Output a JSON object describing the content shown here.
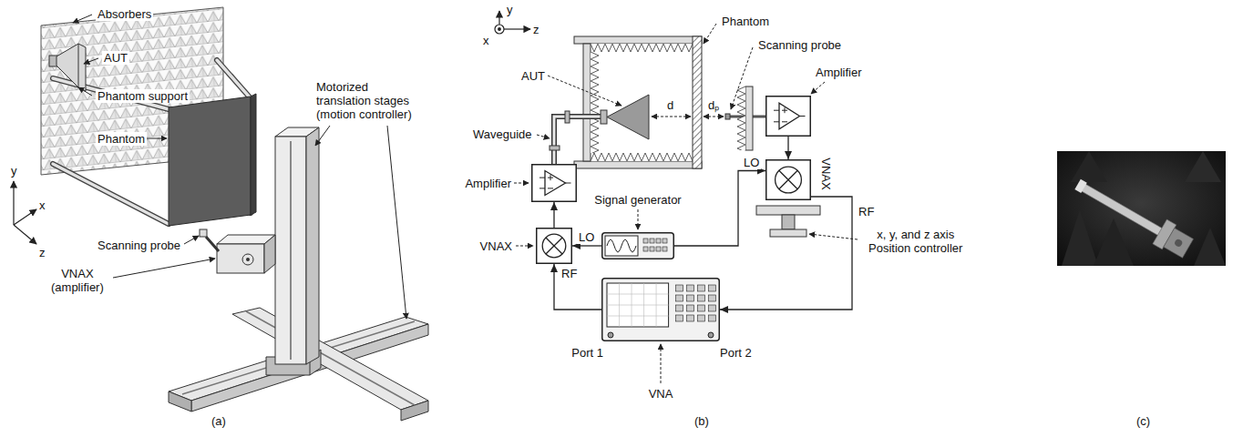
{
  "diagram": {
    "nodes": [
      {
        "text": [
          "Amplifier"
        ]
      },
      {
        "text": [
          "VNAX"
        ]
      },
      {
        "text": [
          "Signal generator"
        ]
      },
      {
        "text": [
          "Port 1",
          "Port 2",
          "VNA"
        ]
      },
      {
        "text": [
          "Amplifier"
        ]
      },
      {
        "text": [
          "VNAX"
        ]
      }
    ],
    "edges": [
      {
        "from": 1,
        "to": 0,
        "arrow": "to"
      },
      {
        "from": 3,
        "to": 1,
        "label": "RF",
        "arrow": "to"
      },
      {
        "from": 2,
        "to": 1,
        "label": "LO",
        "arrow": "to"
      },
      {
        "from": 2,
        "to": 5,
        "label": "LO",
        "arrow": "to"
      },
      {
        "from": 4,
        "to": 5,
        "arrow": "to"
      },
      {
        "from": 5,
        "to": 3,
        "label": "RF",
        "arrow": "to"
      }
    ],
    "labels": [
      "Absorbers",
      "AUT",
      "Phantom support",
      "Phantom",
      "Scanning probe",
      "y",
      "x",
      "z",
      "VNAX (amplifier)",
      "Motorized translation stages (motion controller)",
      "(a)",
      "y",
      "x",
      "z",
      "Phantom",
      "Scanning probe",
      "AUT",
      "d",
      "dₚ",
      "Waveguide",
      "x, y, and z axis Position controller",
      "(b)",
      "(c)"
    ]
  }
}
